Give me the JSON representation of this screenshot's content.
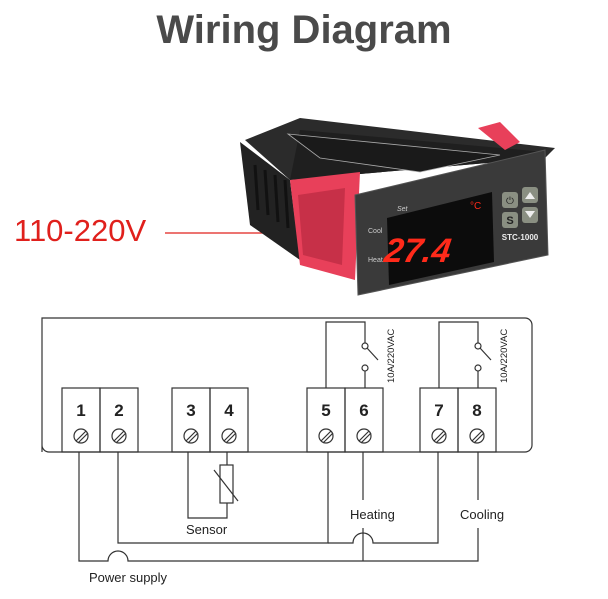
{
  "title": "Wiring Diagram",
  "voltage_label": "110-220V",
  "device": {
    "model": "STC-1000",
    "display": "27.4",
    "unit": "°C",
    "indicators": [
      "Set",
      "Cool",
      "Heat"
    ],
    "buttons": [
      "power",
      "up",
      "S",
      "down"
    ]
  },
  "terminals": [
    "1",
    "2",
    "3",
    "4",
    "5",
    "6",
    "7",
    "8"
  ],
  "relay_rating": "10A/220VAC",
  "labels": {
    "sensor": "Sensor",
    "heating": "Heating",
    "cooling": "Cooling",
    "power": "Power supply"
  },
  "colors": {
    "accent": "#e0201c",
    "line": "#333333",
    "title": "#4a4a4a",
    "clip": "#e8405a"
  }
}
